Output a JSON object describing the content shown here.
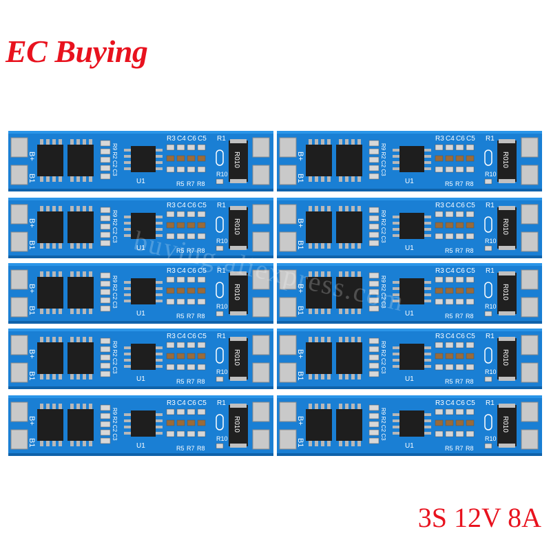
{
  "brand": {
    "title": "EC Buying"
  },
  "product": {
    "spec_label": "3S 12V 8A"
  },
  "watermark": "buying.aliexpress.com",
  "board": {
    "count": 10,
    "silkscreen": {
      "b_plus": "B+",
      "b_one": "B1",
      "r3": "R3",
      "c4": "C4",
      "c6": "C6",
      "c5": "C5",
      "r1": "R1",
      "r10": "R10",
      "r5": "R5",
      "r7": "R7",
      "r8": "R8",
      "u1": "U1",
      "r010": "R010",
      "r10b": "R10"
    },
    "colors": {
      "pcb": "#1a7fd4",
      "pcb_edge": "#2a95e8",
      "pad": "#c9c9c9",
      "chip": "#1e1e1e"
    }
  }
}
